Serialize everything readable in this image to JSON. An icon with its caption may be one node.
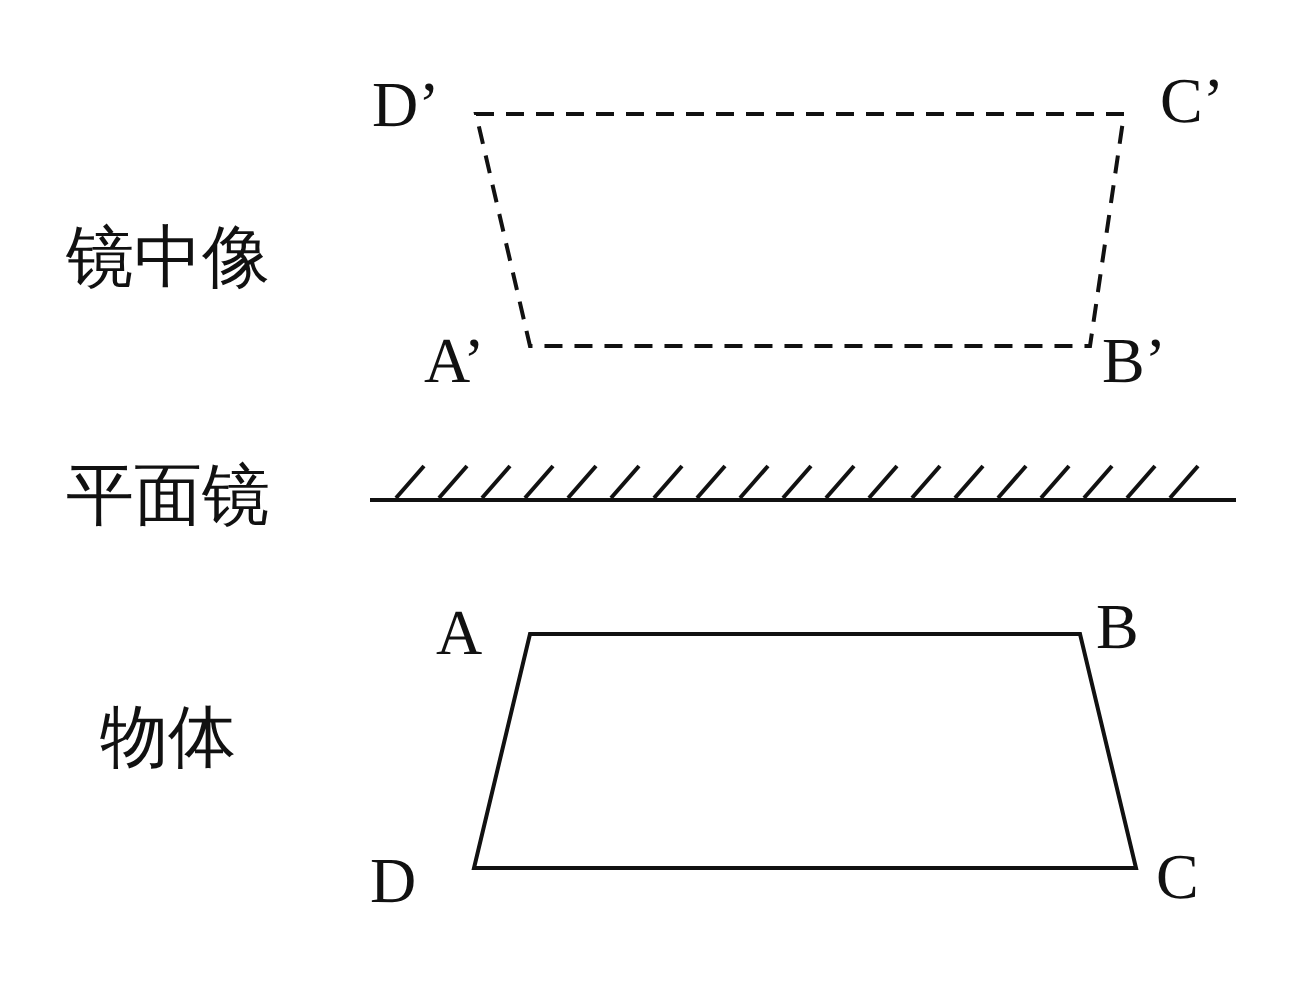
{
  "diagram": {
    "labels": [
      "D’",
      "C’",
      "镜中像",
      "A’",
      "B’",
      "平面镜",
      "A",
      "B",
      "物体",
      "D",
      "C"
    ]
  }
}
